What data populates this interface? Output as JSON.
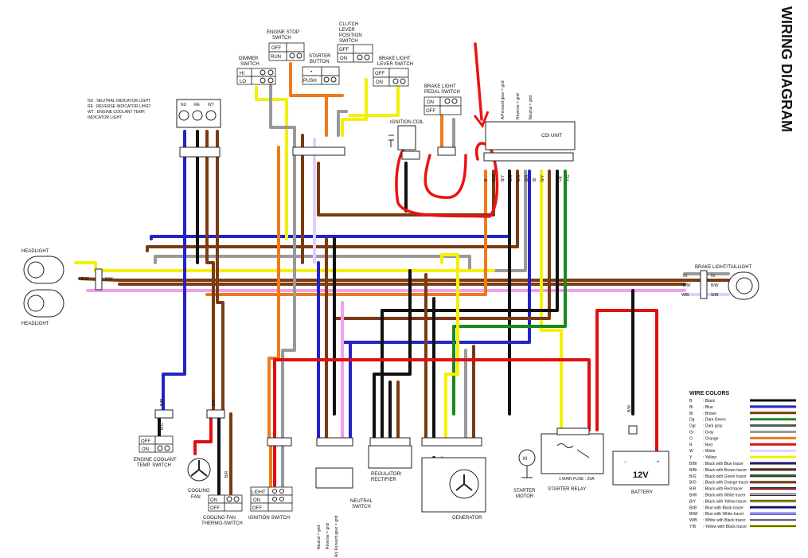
{
  "title": "WIRING DIAGRAM",
  "indicator_legend": [
    "NU  : NEUTRAL INDICATOR LIGHT",
    "RE  : REVERSE INDICATOR LIHGT",
    "WT  : ENGINE COOLANT TEMP.",
    "        INDICATOR LIGHT"
  ],
  "indicators": [
    "NU",
    "RE",
    "WT"
  ],
  "components": {
    "dimmer_switch": {
      "label1": "DIMMER",
      "label2": "SWITCH",
      "hi": "HI",
      "lo": "LO"
    },
    "engine_stop_switch": {
      "label1": "ENGINE STOP",
      "label2": "SWITCH",
      "off": "OFF",
      "run": "RUN"
    },
    "starter_button": {
      "label1": "STARTER",
      "label2": "BUTTON",
      "push": "PUSH",
      "dot": "•"
    },
    "clutch_switch": {
      "label1": "CLUTCH",
      "label2": "LEVER",
      "label3": "POSITION",
      "label4": "SWITCH",
      "off": "OFF",
      "on": "ON"
    },
    "brake_lever_switch": {
      "label1": "BRAKE LIGHT",
      "label2": "LEVER SWITCH",
      "off": "OFF",
      "on": "ON"
    },
    "brake_pedal_switch": {
      "label1": "BRAKE LIGHT",
      "label2": "PEDAL SWITCH",
      "on": "ON",
      "off": "OFF"
    },
    "ignition_coil": "IGNITION COIL",
    "cdi_unit": "CDI UNIT",
    "cdi_inputs": [
      "A/Forward gear = gnd",
      "Reverse = gnd",
      "Neutral = gnd"
    ],
    "headlight_top": "HEADLIGHT",
    "headlight_bottom": "HEADLIGHT",
    "taillight": "BRAKE LIGHT/TAILLIGHT",
    "coolant_switch": {
      "label1": "ENGINE COOLANT",
      "label2": "TEMP. SWITCH",
      "off": "OFF",
      "on": "ON"
    },
    "cooling_fan": {
      "label1": "COOLING",
      "label2": "FAN"
    },
    "fan_thermo": {
      "label1": "COOLING FAN",
      "label2": "THERMO-SWITCH",
      "off": "OFF",
      "on": "ON"
    },
    "ignition_switch": {
      "label": "IGNITION SWITCH",
      "light": "LIGHT",
      "on": "ON",
      "off": "OFF"
    },
    "neutral_switch": {
      "label1": "NEUTRAL",
      "label2": "SWITCH"
    },
    "neutral_inputs": [
      "Neutral = gnd",
      "Reverse = gnd",
      "A/y Forward gear = gnd"
    ],
    "regulator": {
      "label1": "REGULATOR/",
      "label2": "RECTIFIER"
    },
    "generator": "GENERATOR",
    "starter_motor": {
      "label1": "STARTER",
      "label2": "MOTOR",
      "m": "M"
    },
    "starter_relay": {
      "label": "STARTER RELAY",
      "fuse": "1 MAIN FUSE : 20A"
    },
    "battery": {
      "label": "BATTERY",
      "voltage": "12V",
      "minus": "−",
      "plus": "+"
    }
  },
  "wire_codes": {
    "headlight": [
      "B/W",
      "W",
      "Y",
      "B/W"
    ],
    "tail": [
      "Gr",
      "Gr",
      "B/W",
      "B/W",
      "W/B",
      "W/B"
    ],
    "cdi": [
      "B",
      "B/W",
      "B/Y",
      "B/O",
      "B/G",
      "B/R",
      "Bl",
      "B/Y",
      "Dg",
      "Y/G"
    ],
    "coolant": [
      "B/BI",
      "B/G"
    ],
    "fan": [
      "B/R",
      "B/R"
    ],
    "battery": [
      "B/W"
    ]
  },
  "wire_colors_title": "WIRE COLORS",
  "wire_colors": [
    {
      "code": "B",
      "name": ": Black",
      "color": "#111111",
      "tracer": ""
    },
    {
      "code": "Bl",
      "name": ": Blue",
      "color": "#2323c8",
      "tracer": ""
    },
    {
      "code": "Br",
      "name": ": Brown",
      "color": "#7a3b13",
      "tracer": ""
    },
    {
      "code": "Dg",
      "name": ": Dark Green",
      "color": "#1a8a1a",
      "tracer": ""
    },
    {
      "code": "Dgr",
      "name": ": Dark gray",
      "color": "#555555",
      "tracer": ""
    },
    {
      "code": "Gr",
      "name": ": Gray",
      "color": "#999999",
      "tracer": ""
    },
    {
      "code": "O",
      "name": ": Orange",
      "color": "#f07a1a",
      "tracer": ""
    },
    {
      "code": "R",
      "name": ": Red",
      "color": "#e01010",
      "tracer": ""
    },
    {
      "code": "W",
      "name": ": White",
      "color": "#e0d0ff",
      "tracer": ""
    },
    {
      "code": "Y",
      "name": ": Yellow",
      "color": "#f4f000",
      "tracer": ""
    },
    {
      "code": "B/Bl",
      "name": ": Black with Blue tracer",
      "color": "#111111",
      "tracer": "#2323c8"
    },
    {
      "code": "B/Br",
      "name": ": Black with Brown tracer",
      "color": "#111111",
      "tracer": "#7a3b13"
    },
    {
      "code": "B/G",
      "name": ": Black with Green tracer",
      "color": "#111111",
      "tracer": "#1a8a1a"
    },
    {
      "code": "B/O",
      "name": ": Black with Orange tracer",
      "color": "#111111",
      "tracer": "#f07a1a"
    },
    {
      "code": "B/R",
      "name": ": Black with Red tracer",
      "color": "#111111",
      "tracer": "#e01010"
    },
    {
      "code": "B/W",
      "name": ": Black with White tracer",
      "color": "#111111",
      "tracer": "#e0d0ff"
    },
    {
      "code": "B/Y",
      "name": ": Black with Yellow tracer",
      "color": "#111111",
      "tracer": "#f4f000"
    },
    {
      "code": "Bl/B",
      "name": ": Blue with Black tracer",
      "color": "#2323c8",
      "tracer": "#111111"
    },
    {
      "code": "Bl/W",
      "name": ": Blue with White tracer",
      "color": "#2323c8",
      "tracer": "#e0d0ff"
    },
    {
      "code": "W/B",
      "name": ": White with Black tracer",
      "color": "#e0d0ff",
      "tracer": "#111111"
    },
    {
      "code": "Y/B",
      "name": ": Yellow with Black tracer",
      "color": "#f4f000",
      "tracer": "#111111"
    }
  ],
  "colors": {
    "annotation_red": "#ee1111"
  }
}
